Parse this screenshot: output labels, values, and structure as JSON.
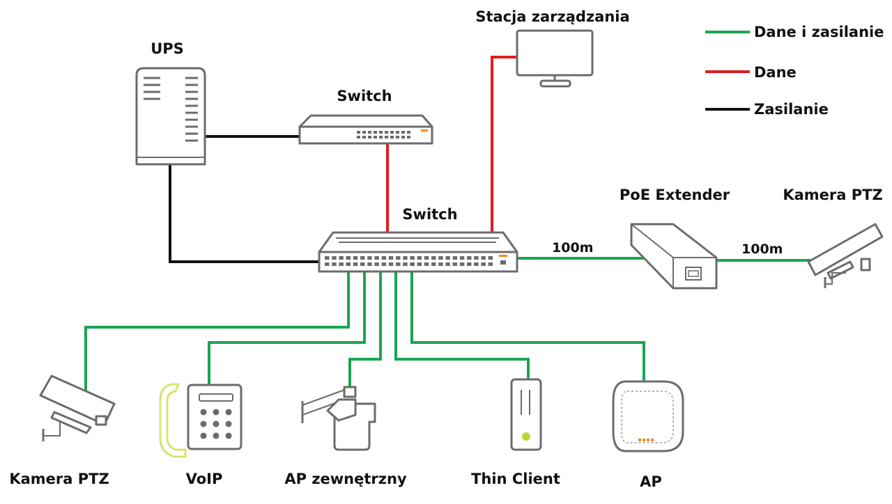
{
  "labels": {
    "ups": "UPS",
    "switch_top": "Switch",
    "switch_main": "Switch",
    "management_station": "Stacja zarządzania",
    "poe_extender": "PoE Extender",
    "camera_right": "Kamera PTZ",
    "camera_left": "Kamera PTZ",
    "voip": "VoIP",
    "ap_outdoor": "AP zewnętrzny",
    "thin_client": "Thin Client",
    "ap": "AP",
    "dist_1": "100m",
    "dist_2": "100m"
  },
  "legend": [
    {
      "label": "Dane i zasilanie",
      "color": "#1aa551"
    },
    {
      "label": "Dane",
      "color": "#e01b1b"
    },
    {
      "label": "Zasilanie",
      "color": "#111111"
    }
  ],
  "colors": {
    "data_power": "#1aa551",
    "data": "#e01b1b",
    "power": "#111111",
    "device_stroke": "#6b6b6b",
    "accent_orange": "#f08a24",
    "phone_handset": "#d8e46a",
    "status_led": "#b8d83a"
  }
}
